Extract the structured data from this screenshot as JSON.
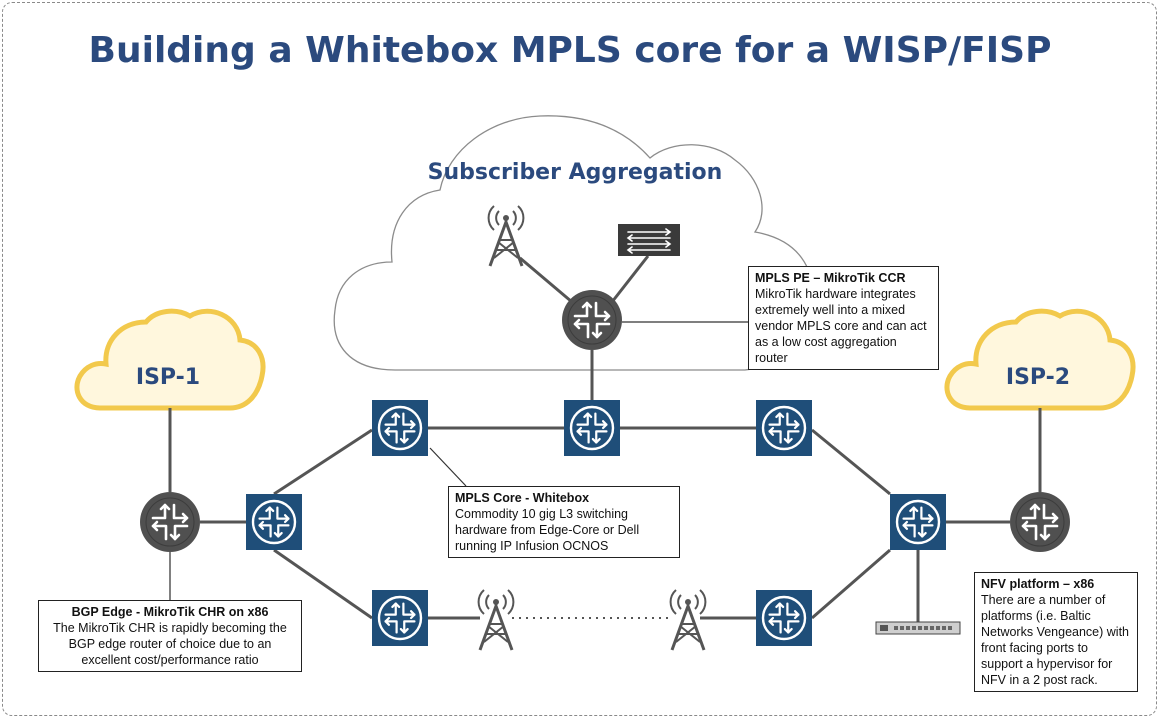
{
  "title": "Building a Whitebox MPLS core for a WISP/FISP",
  "clouds": {
    "subscriber": "Subscriber Aggregation",
    "isp1": "ISP-1",
    "isp2": "ISP-2"
  },
  "callouts": {
    "mpls_pe": {
      "heading": "MPLS PE – MikroTik CCR",
      "body": "MikroTik hardware integrates extremely well into a mixed vendor MPLS core and can act as a low cost aggregation router"
    },
    "mpls_core": {
      "heading": "MPLS Core - Whitebox",
      "body": "Commodity 10 gig L3 switching hardware from Edge-Core or Dell running IP Infusion OCNOS"
    },
    "bgp_edge": {
      "heading": "BGP Edge - MikroTik CHR on x86",
      "body": "The MikroTik CHR is rapidly becoming the BGP edge router of choice due to an excellent cost/performance ratio"
    },
    "nfv": {
      "heading": "NFV platform – x86",
      "body": "There are a number of platforms (i.e. Baltic Networks Vengeance) with front facing ports to support a hypervisor for NFV in a 2 post rack."
    }
  },
  "colors": {
    "title": "#2b4a7e",
    "core_router": "#1f4e79",
    "edge_router": "#505050",
    "isp_cloud_stroke": "#f2c94c",
    "isp_cloud_fill": "#fff7dd"
  },
  "icons": [
    "router-icon",
    "switch-icon",
    "radio-tower-icon",
    "server-icon",
    "cloud-icon"
  ]
}
